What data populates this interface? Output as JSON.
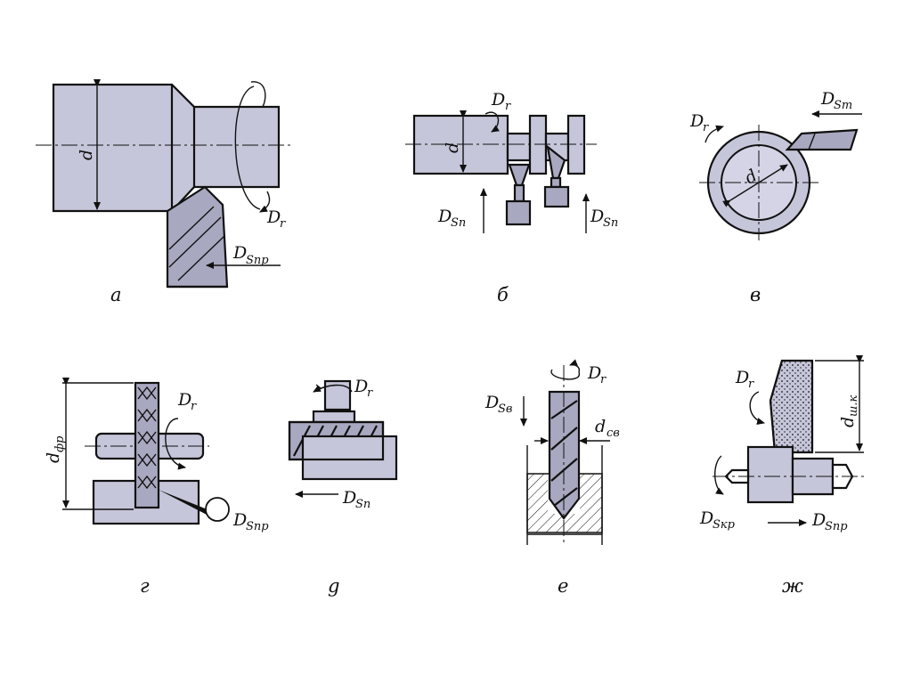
{
  "captions": {
    "a": "а",
    "b": "б",
    "v": "в",
    "g": "г",
    "d": "g",
    "e": "е",
    "zh": "ж"
  },
  "labels": {
    "d": "d",
    "D": "D",
    "r": "r",
    "S": "S",
    "sub_pr": "пр",
    "sub_p": "п",
    "sub_t": "т",
    "sub_v": "в",
    "sub_kr": "кр",
    "d_fr": "фр",
    "d_sv": "св",
    "d_shk": "ш.к"
  }
}
